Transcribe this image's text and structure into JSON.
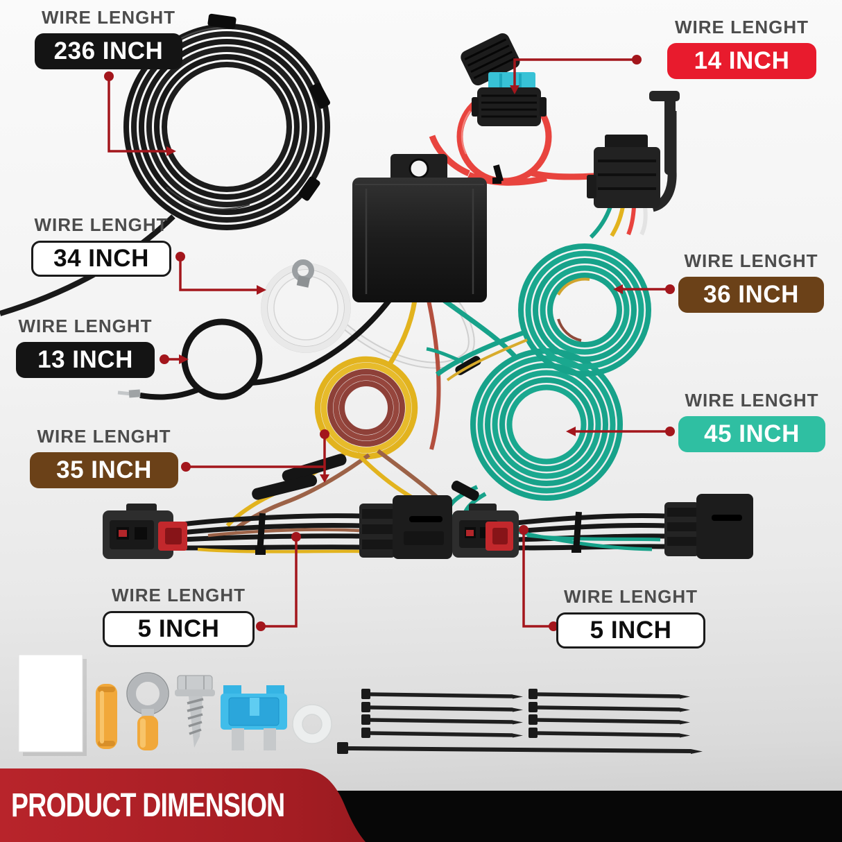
{
  "banner": {
    "label": "PRODUCT DIMENSION"
  },
  "callouts": {
    "c236": {
      "title": "WIRE LENGHT",
      "value": "236 INCH"
    },
    "c14": {
      "title": "WIRE LENGHT",
      "value": "14 INCH"
    },
    "c34": {
      "title": "WIRE LENGHT",
      "value": "34 INCH"
    },
    "c13": {
      "title": "WIRE LENGHT",
      "value": "13 INCH"
    },
    "c36": {
      "title": "WIRE LENGHT",
      "value": "36 INCH"
    },
    "c35": {
      "title": "WIRE LENGHT",
      "value": "35 INCH"
    },
    "c45": {
      "title": "WIRE LENGHT",
      "value": "45 INCH"
    },
    "c5_left": {
      "title": "WIRE LENGHT",
      "value": "5 INCH"
    },
    "c5_right": {
      "title": "WIRE LENGHT",
      "value": "5 INCH"
    }
  },
  "colors": {
    "label_black": "#141414",
    "label_red": "#e81b2d",
    "label_brown": "#6b4118",
    "label_teal": "#2fbfa2",
    "pointer_red": "#a3161c",
    "banner_red": "#ac2026",
    "wire_green": "#17a28a",
    "wire_yellow": "#e2b31e",
    "wire_red": "#e8443e",
    "wire_brown": "#9c6247",
    "wire_black": "#171717",
    "fuse_blue": "#41bdea"
  },
  "objects": [
    "black-wire-coil-236-inch",
    "inline-fuse-holder-with-red-wire-loop",
    "four-flat-connector-with-dust-cap-hook",
    "converter-module-box",
    "white-ground-wire-ring-34-inch",
    "black-ground-wire-loop-13-inch",
    "green-trailer-wire-coil-36-inch",
    "green-trailer-wire-coil-45-inch",
    "yellow-brown-wire-coil-35-inch",
    "left-t-connector-harness-5-inch",
    "right-t-connector-harness-5-inch",
    "instruction-card",
    "yellow-butt-connector",
    "ring-terminal",
    "self-tapping-screw",
    "blue-blade-fuse",
    "nylon-washer",
    "zip-ties"
  ],
  "zip_ties": {
    "short_count": 8,
    "long_count": 1
  }
}
